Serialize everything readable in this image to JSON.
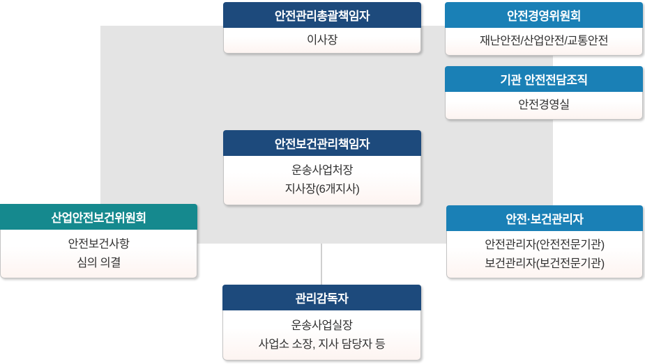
{
  "chart": {
    "type": "org-chart",
    "boxes": [
      {
        "header": "안전관리총괄책임자",
        "lines": [
          "이사장"
        ]
      },
      {
        "header": "안전경영위원회",
        "lines": [
          "재난안전/산업안전/교통안전"
        ]
      },
      {
        "header": "기관 안전전담조직",
        "lines": [
          "안전경영실"
        ]
      },
      {
        "header": "안전보건관리책임자",
        "lines": [
          "운송사업처장",
          "지사장(6개지사)"
        ]
      },
      {
        "header": "산업안전보건위원회",
        "lines": [
          "안전보건사항",
          "심의 의결"
        ]
      },
      {
        "header": "안전·보건관리자",
        "lines": [
          "안전관리자(안전전문기관)",
          "보건관리자(보건전문기관)"
        ]
      },
      {
        "header": "관리감독자",
        "lines": [
          "운송사업실장",
          "사업소 소장, 지사 담당자 등"
        ]
      }
    ]
  },
  "colors": {
    "navy": "#1d4a7c",
    "blue": "#1a80b6",
    "teal": "#15898e",
    "panel": "#e4e4e4",
    "line": "#cfcfcf",
    "border": "#c3c3c3",
    "text": "#303030"
  }
}
